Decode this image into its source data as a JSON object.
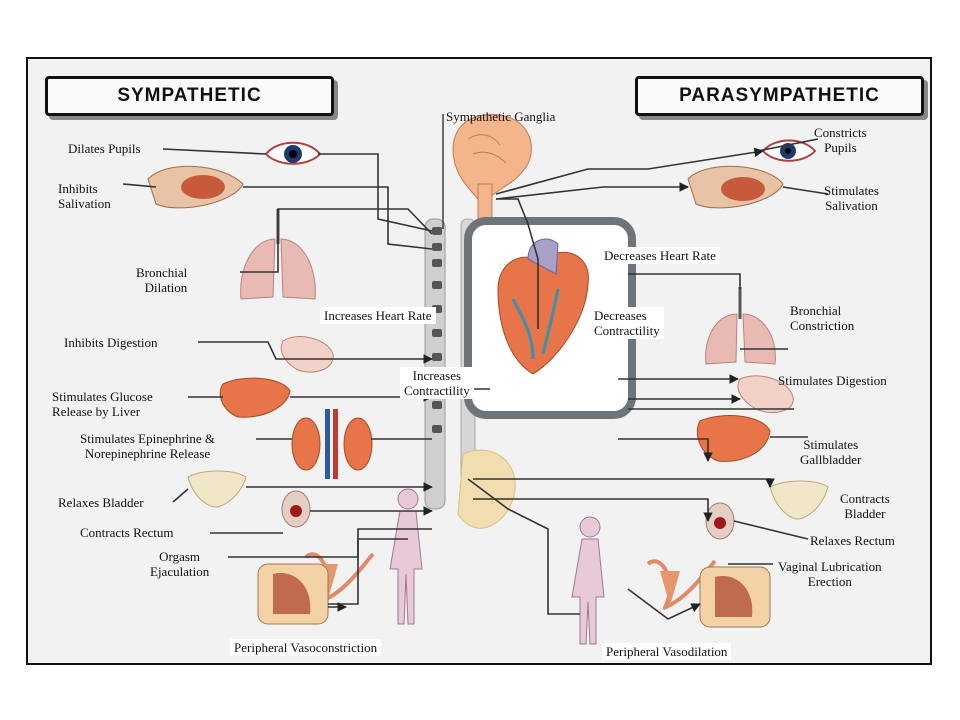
{
  "headers": {
    "sympathetic": "SYMPATHETIC",
    "parasympathetic": "PARASYMPATHETIC"
  },
  "ganglia_label": "Sympathetic Ganglia",
  "heart": {
    "increases_heart_rate": "Increases Heart Rate",
    "increases_contractility": "Increases\nContractility",
    "decreases_heart_rate": "Decreases Heart Rate",
    "decreases_contractility": "Decreases\nContractility"
  },
  "sympathetic_effects": {
    "pupils": "Dilates Pupils",
    "salivation": "Inhibits\nSalivation",
    "bronchial": "Bronchial\nDilation",
    "digestion": "Inhibits Digestion",
    "glucose": "Stimulates Glucose\nRelease by Liver",
    "epinephrine": "Stimulates Epinephrine &\nNorepinephrine Release",
    "bladder": "Relaxes Bladder",
    "rectum": "Contracts Rectum",
    "orgasm": "Orgasm\nEjaculation",
    "vascular": "Peripheral Vasoconstriction"
  },
  "parasympathetic_effects": {
    "pupils": "Constricts\nPupils",
    "salivation": "Stimulates\nSalivation",
    "bronchial": "Bronchial\nConstriction",
    "digestion": "Stimulates Digestion",
    "gallbladder": "Stimulates\nGallbladder",
    "bladder": "Contracts\nBladder",
    "rectum": "Relaxes Rectum",
    "lubrication": "Vaginal Lubrication\nErection",
    "vascular": "Peripheral Vasodilation"
  },
  "colors": {
    "organ": "#e8744a",
    "lung": "#e9b9b4",
    "brain": "#f4b48c",
    "spine": "#c9c9c9",
    "heart_box": "#6d747a",
    "line": "#333333"
  }
}
